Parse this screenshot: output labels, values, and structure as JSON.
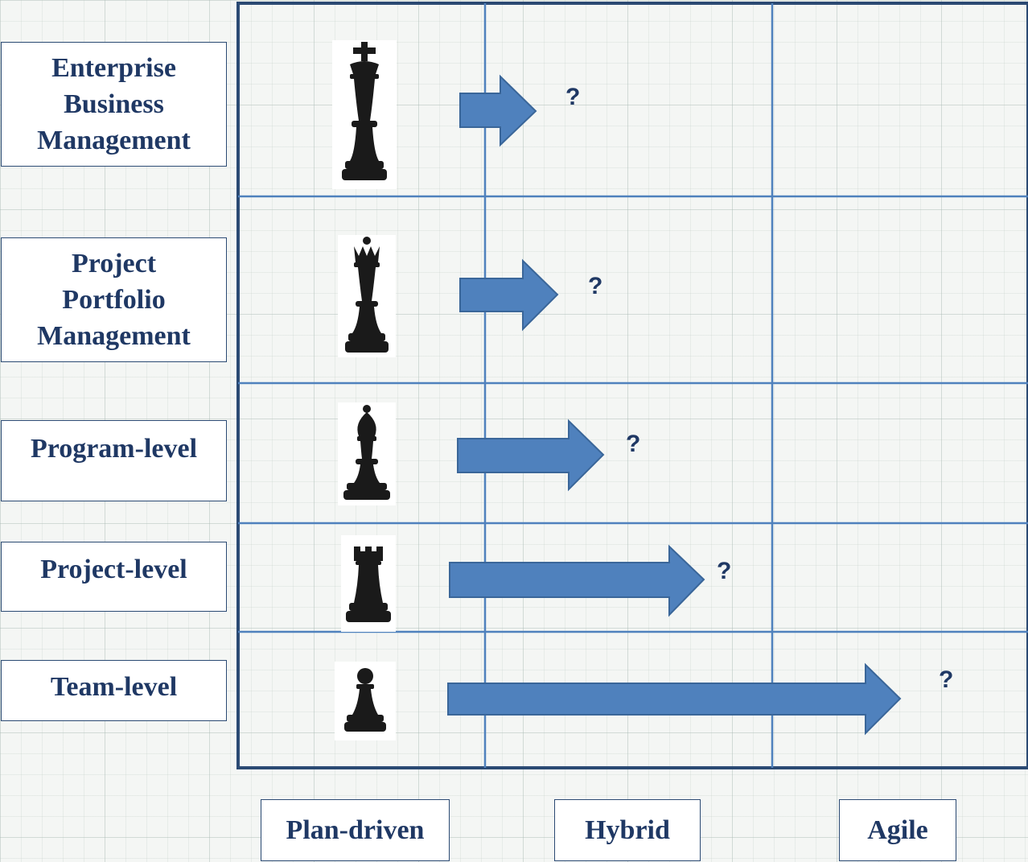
{
  "rows": [
    {
      "label": "Enterprise\nBusiness\nManagement",
      "piece": "king-icon",
      "marker": "?"
    },
    {
      "label": "Project\nPortfolio\nManagement",
      "piece": "queen-icon",
      "marker": "?"
    },
    {
      "label": "Program-level",
      "piece": "bishop-icon",
      "marker": "?"
    },
    {
      "label": "Project-level",
      "piece": "rook-icon",
      "marker": "?"
    },
    {
      "label": "Team-level",
      "piece": "pawn-icon",
      "marker": "?"
    }
  ],
  "columns": [
    "Plan-driven",
    "Hybrid",
    "Agile"
  ],
  "colors": {
    "accent": "#4f81bd",
    "border": "#2b4a73",
    "text": "#1f3864",
    "piece": "#1a1a1a"
  }
}
